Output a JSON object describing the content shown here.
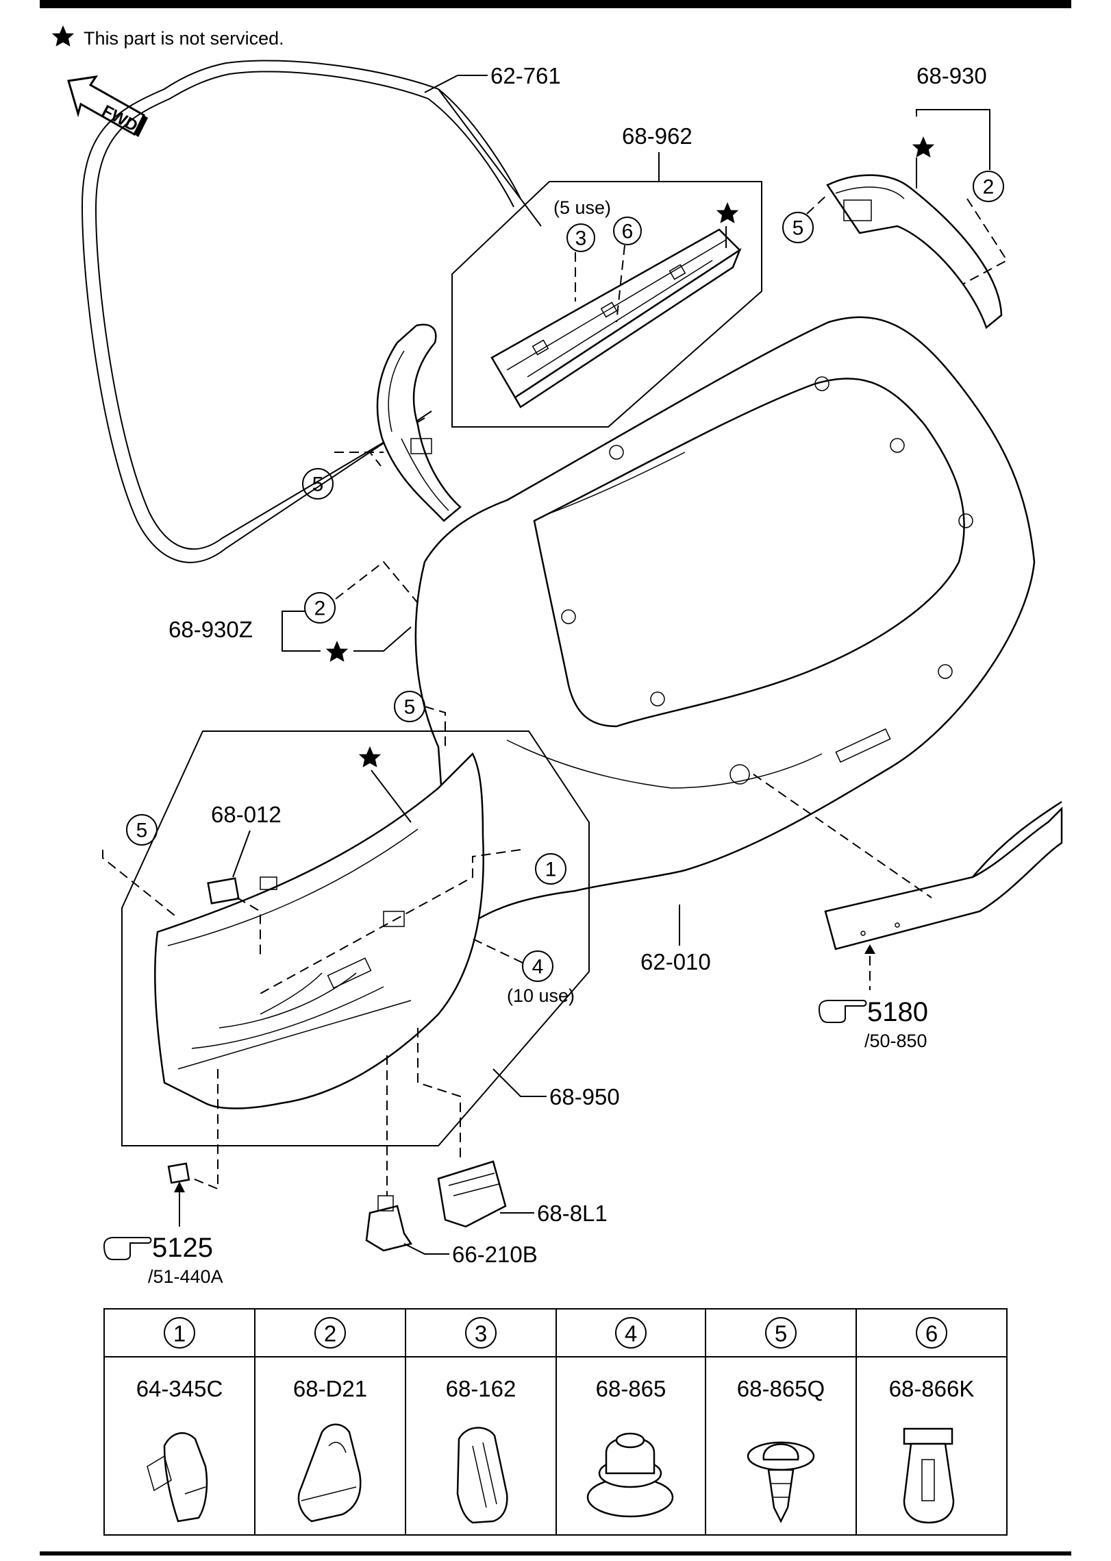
{
  "note": "This part is not serviced.",
  "icons": {
    "star": "star-icon",
    "pointing_hand": "pointing-hand-icon",
    "fwd_arrow": "fwd-arrow-icon"
  },
  "fwd_label": "FWD",
  "labels": {
    "weatherstrip": "62-761",
    "garnish_upper": "68-962",
    "trim_right": "68-930",
    "trim_left": "68-930Z",
    "liftgate": "62-010",
    "liner": "68-950",
    "handle_cup": "68-8L1",
    "switch": "66-210B",
    "pad": "68-012"
  },
  "uses": {
    "three": "(5 use)",
    "four": "(10 use)"
  },
  "refs": {
    "ref_5180": "5180",
    "ref_5180_sub": "/50-850",
    "ref_5125": "5125",
    "ref_5125_sub": "/51-440A"
  },
  "callouts": [
    "1",
    "2",
    "3",
    "4",
    "5",
    "6"
  ],
  "table": [
    {
      "num": "1",
      "part": "64-345C"
    },
    {
      "num": "2",
      "part": "68-D21"
    },
    {
      "num": "3",
      "part": "68-162"
    },
    {
      "num": "4",
      "part": "68-865"
    },
    {
      "num": "5",
      "part": "68-865Q"
    },
    {
      "num": "6",
      "part": "68-866K"
    }
  ]
}
